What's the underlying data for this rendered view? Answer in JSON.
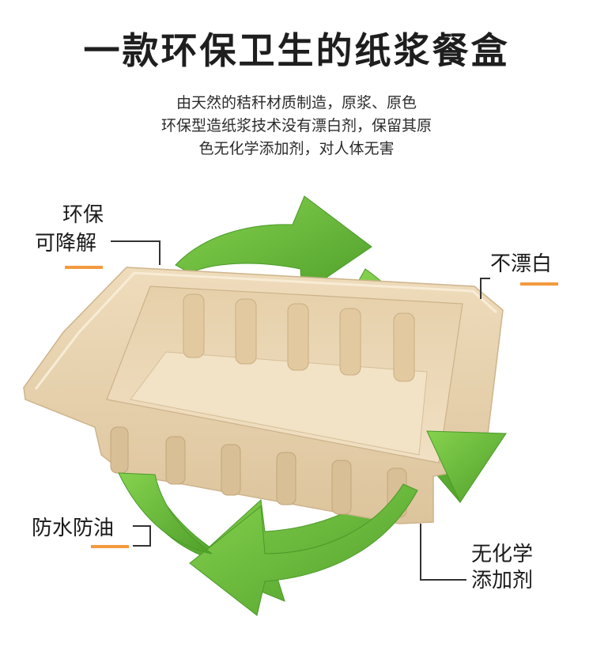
{
  "header": {
    "title": "一款环保卫生的纸浆餐盒",
    "description_lines": [
      "由天然的秸秆材质制造，原浆、原色",
      "环保型造纸浆技术没有漂白剂，保留其原",
      "色无化学添加剂，对人体无害"
    ]
  },
  "features": {
    "eco_degradable": [
      "环保",
      "可降解"
    ],
    "no_bleach": [
      "不漂白"
    ],
    "waterproof_oilproof": [
      "防水防油"
    ],
    "no_chemical_additives": [
      "无化学",
      "添加剂"
    ]
  },
  "colors": {
    "accent_underline": "#f39a3e",
    "arrow_green": "#6cc13f",
    "arrow_green_dark": "#4a9a28",
    "tray_pulp": "#e9d6b4"
  },
  "icons": {
    "cycle_arrows": "recycle-arrows-icon",
    "product": "pulp-food-tray"
  }
}
